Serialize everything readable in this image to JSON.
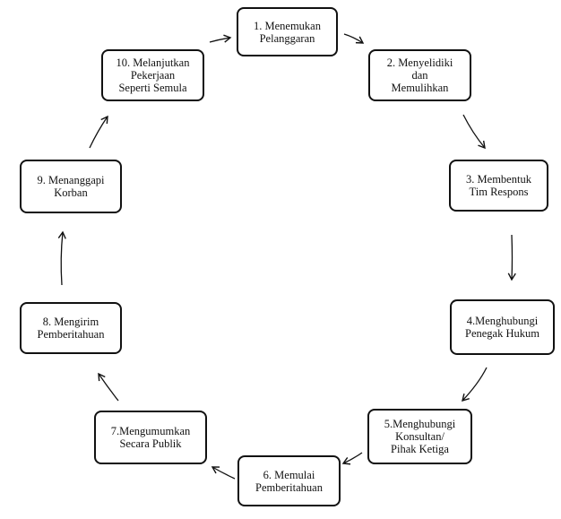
{
  "diagram": {
    "nodes": [
      {
        "id": "n1",
        "label": "1. Menemukan\nPelanggaran"
      },
      {
        "id": "n2",
        "label": "2. Menyelidiki\ndan\nMemulihkan"
      },
      {
        "id": "n3",
        "label": "3. Membentuk\nTim Respons"
      },
      {
        "id": "n4",
        "label": "4.Menghubungi\nPenegak Hukum"
      },
      {
        "id": "n5",
        "label": "5.Menghubungi\nKonsultan/\nPihak Ketiga"
      },
      {
        "id": "n6",
        "label": "6. Memulai\nPemberitahuan"
      },
      {
        "id": "n7",
        "label": "7.Mengumumkan\nSecara Publik"
      },
      {
        "id": "n8",
        "label": "8. Mengirim\nPemberitahuan"
      },
      {
        "id": "n9",
        "label": "9. Menanggapi\nKorban"
      },
      {
        "id": "n10",
        "label": "10. Melanjutkan\nPekerjaan\nSeperti Semula"
      }
    ],
    "edges": [
      {
        "from": "n1",
        "to": "n2"
      },
      {
        "from": "n2",
        "to": "n3"
      },
      {
        "from": "n3",
        "to": "n4"
      },
      {
        "from": "n4",
        "to": "n5"
      },
      {
        "from": "n5",
        "to": "n6"
      },
      {
        "from": "n6",
        "to": "n7"
      },
      {
        "from": "n7",
        "to": "n8"
      },
      {
        "from": "n8",
        "to": "n9"
      },
      {
        "from": "n9",
        "to": "n10"
      },
      {
        "from": "n10",
        "to": "n1"
      }
    ]
  }
}
